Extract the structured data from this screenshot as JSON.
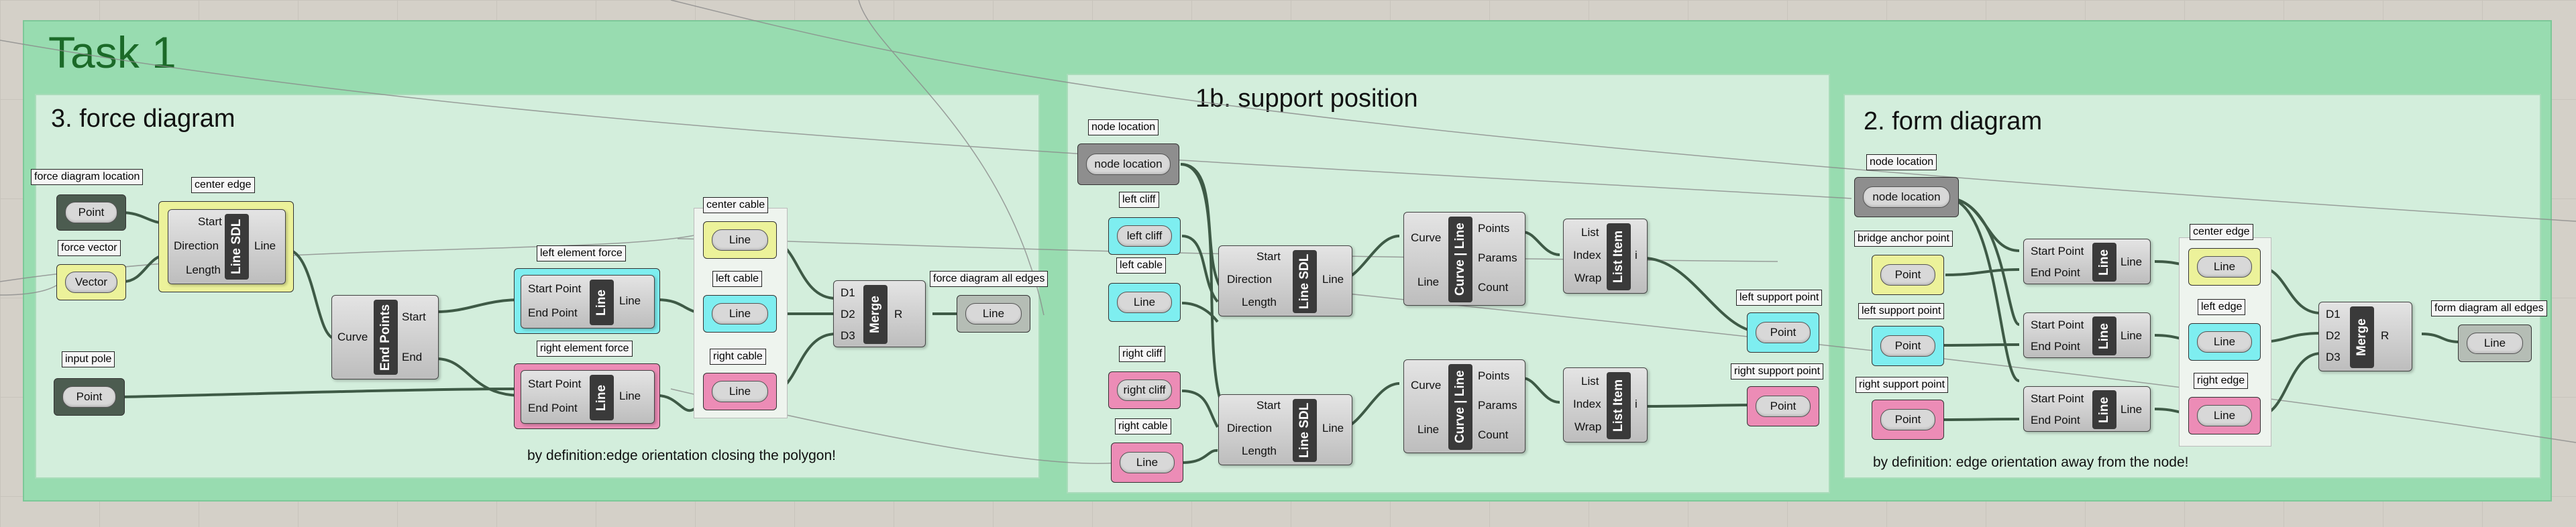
{
  "groups": {
    "task": "Task 1",
    "force": "3. force diagram",
    "support": "1b. support position",
    "form": "2. form diagram"
  },
  "comments": {
    "force": "by definition:edge orientation closing the polygon!",
    "form": "by definition: edge orientation away from the node!"
  },
  "labels": {
    "force_diagram_location": "force diagram location",
    "center_edge_f": "center edge",
    "force_vector": "force vector",
    "input_pole": "input pole",
    "left_element_force": "left element force",
    "right_element_force": "right element force",
    "center_cable": "center cable",
    "left_cable_f": "left cable",
    "right_cable_f": "right cable",
    "force_all_edges": "force diagram all edges",
    "node_location_s": "node location",
    "left_cliff": "left cliff",
    "left_cable_s": "left cable",
    "right_cliff": "right cliff",
    "right_cable_s": "right cable",
    "left_support_point": "left support point",
    "right_support_point": "right support point",
    "node_location_f": "node location",
    "bridge_anchor_point": "bridge anchor point",
    "left_support_point_f": "left support point",
    "right_support_point_f": "right support point",
    "center_edge": "center edge",
    "left_edge": "left edge",
    "right_edge": "right edge",
    "form_all_edges": "form diagram all edges"
  },
  "params": {
    "point": "Point",
    "vector": "Vector",
    "line": "Line",
    "node_location": "node location",
    "left_cliff": "left cliff",
    "right_cliff": "right cliff"
  },
  "components": {
    "line_sdl": {
      "name": "Line SDL",
      "in": [
        "Start",
        "Direction",
        "Length"
      ],
      "out": "Line"
    },
    "end_points": {
      "name": "End Points",
      "in": "Curve",
      "out": [
        "Start",
        "End"
      ]
    },
    "line": {
      "name": "Line",
      "in": [
        "Start Point",
        "End Point"
      ],
      "out": "Line"
    },
    "merge": {
      "name": "Merge",
      "in": [
        "D1",
        "D2",
        "D3"
      ],
      "out": "R"
    },
    "curve_line": {
      "name": "Curve | Line",
      "in": [
        "Curve",
        "Line"
      ],
      "out": [
        "Points",
        "Params",
        "Count"
      ]
    },
    "list_item": {
      "name": "List Item",
      "in": [
        "List",
        "Index",
        "Wrap"
      ],
      "out": "i"
    }
  }
}
